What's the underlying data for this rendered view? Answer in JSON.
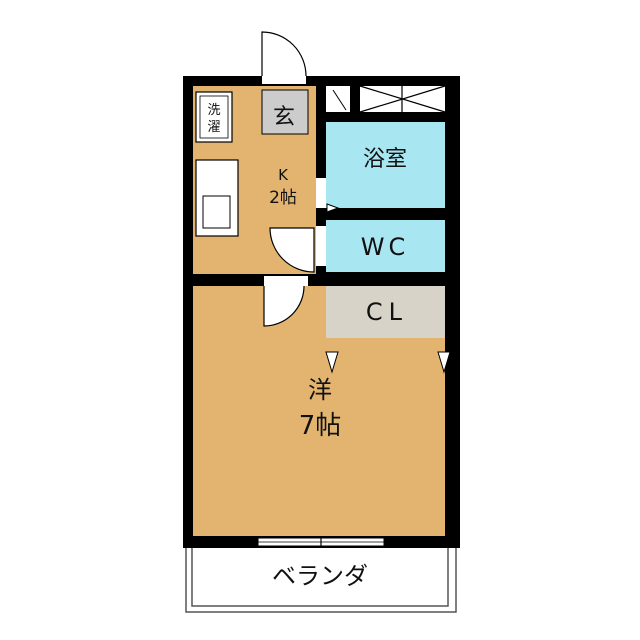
{
  "rooms": {
    "genkan": "玄",
    "washer_line1": "洗",
    "washer_line2": "濯",
    "kitchen_line1": "K",
    "kitchen_line2": "2帖",
    "bath": "浴室",
    "wc": "WC",
    "closet": "CL",
    "western_line1": "洋",
    "western_line2": "7帖",
    "veranda": "ベランダ"
  },
  "colors": {
    "wall": "#000000",
    "floor": "#e2b46f",
    "wet_area": "#a8e6f2",
    "closet": "#d8d3c8",
    "genkan": "#cccccc",
    "outline": "#555555"
  }
}
